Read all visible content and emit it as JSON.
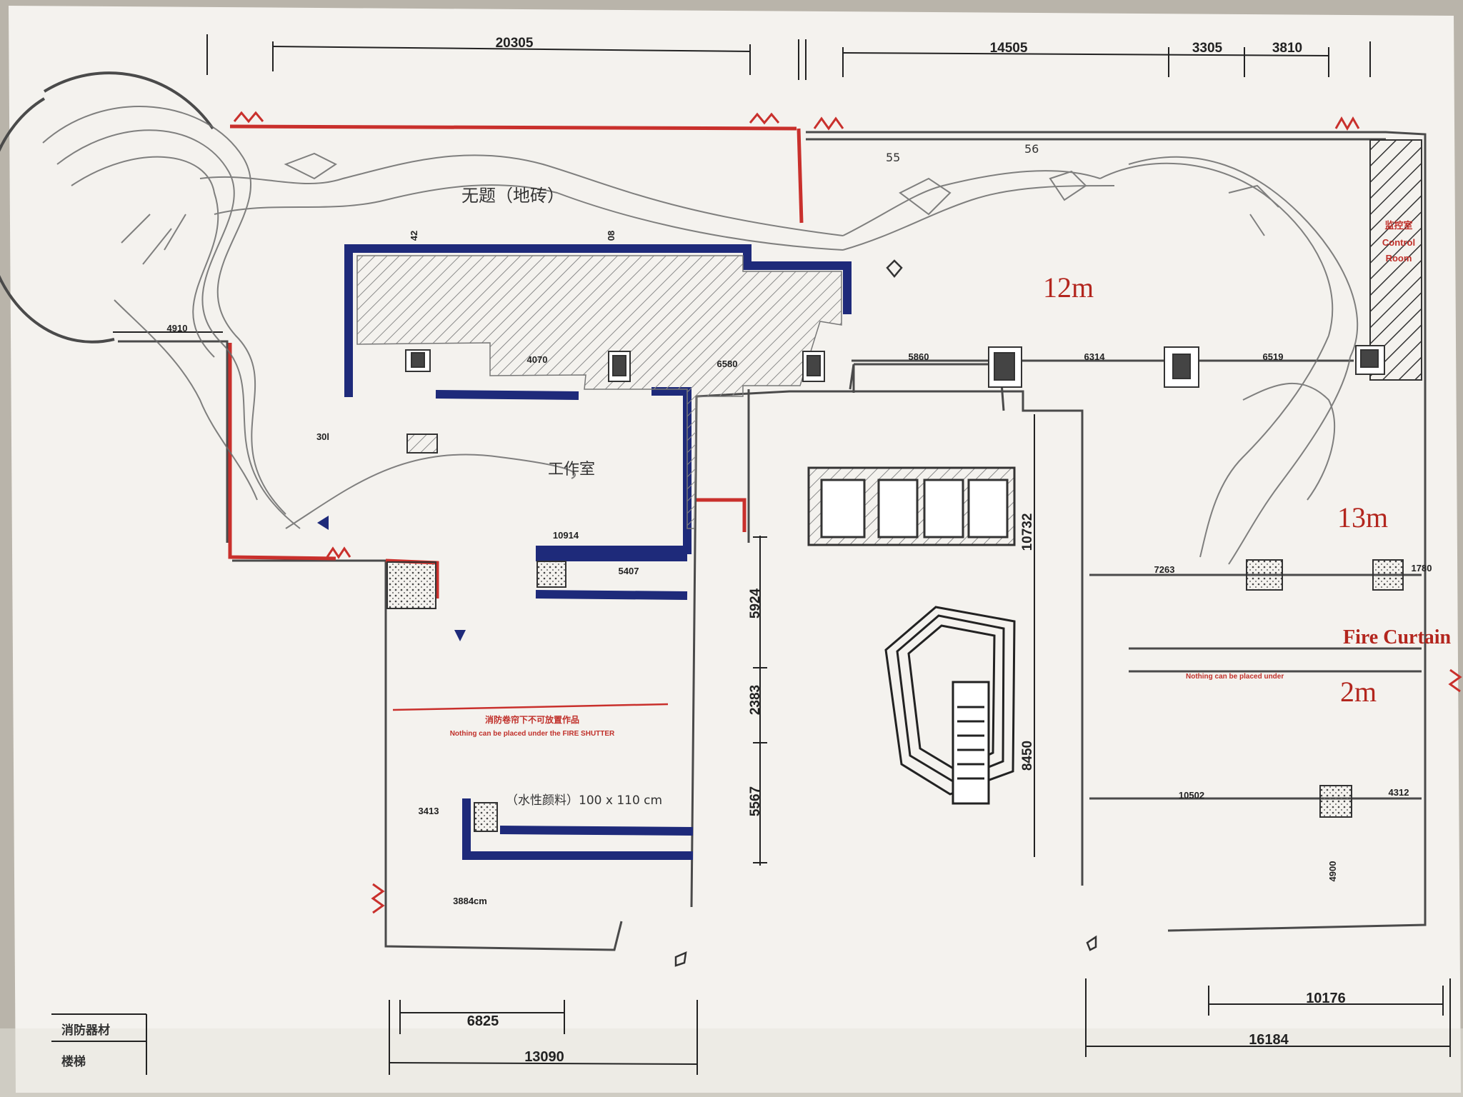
{
  "dimensions": {
    "top_left": "20305",
    "top_mid": "14505",
    "top_r1": "3305",
    "top_r2": "3810",
    "b_left_inner": "6825",
    "b_left_outer": "13090",
    "b_right_inner": "10176",
    "b_right_outer": "16184",
    "v_5924": "5924",
    "v_2383": "2383",
    "v_5567": "5567",
    "v_10732": "10732",
    "v_8450": "8450",
    "h_4910": "4910",
    "h_4070": "4070",
    "h_6580": "6580",
    "h_5860": "5860",
    "h_6314": "6314",
    "h_6519": "6519",
    "h_10914": "10914",
    "h_5407": "5407",
    "h_7263": "7263",
    "h_1780": "1780",
    "h_10502": "10502",
    "h_4312": "4312",
    "h_3413": "3413",
    "v_4900": "4900",
    "v_3884": "3884cm",
    "col_a": "42",
    "col_b": "08",
    "room_num": "30l"
  },
  "labels": {
    "corridor": "无题（地砖）",
    "studio": "工作室",
    "paint": "（水性颜料）100 x 110 cm",
    "control_cn": "监控室",
    "control_en1": "Control",
    "control_en2": "Room",
    "fire_curtain": "Fire Curtain",
    "nothing_under": "Nothing can be placed under",
    "fire_shutter_cn": "消防卷帘下不可放置作品",
    "fire_shutter_en": "Nothing can be placed under the FIRE SHUTTER",
    "h12": "12m",
    "h13": "13m",
    "h2": "2m",
    "sketch_a": "55",
    "sketch_b": "56"
  },
  "legend": {
    "row1": "消防器材",
    "row2": "楼梯"
  },
  "colors": {
    "wall": "#4a4a4a",
    "red_wall": "#c9302c",
    "blue_wall": "#1e2a7a",
    "paper": "#f4f2ee",
    "sketch": "#6b6b6b"
  }
}
